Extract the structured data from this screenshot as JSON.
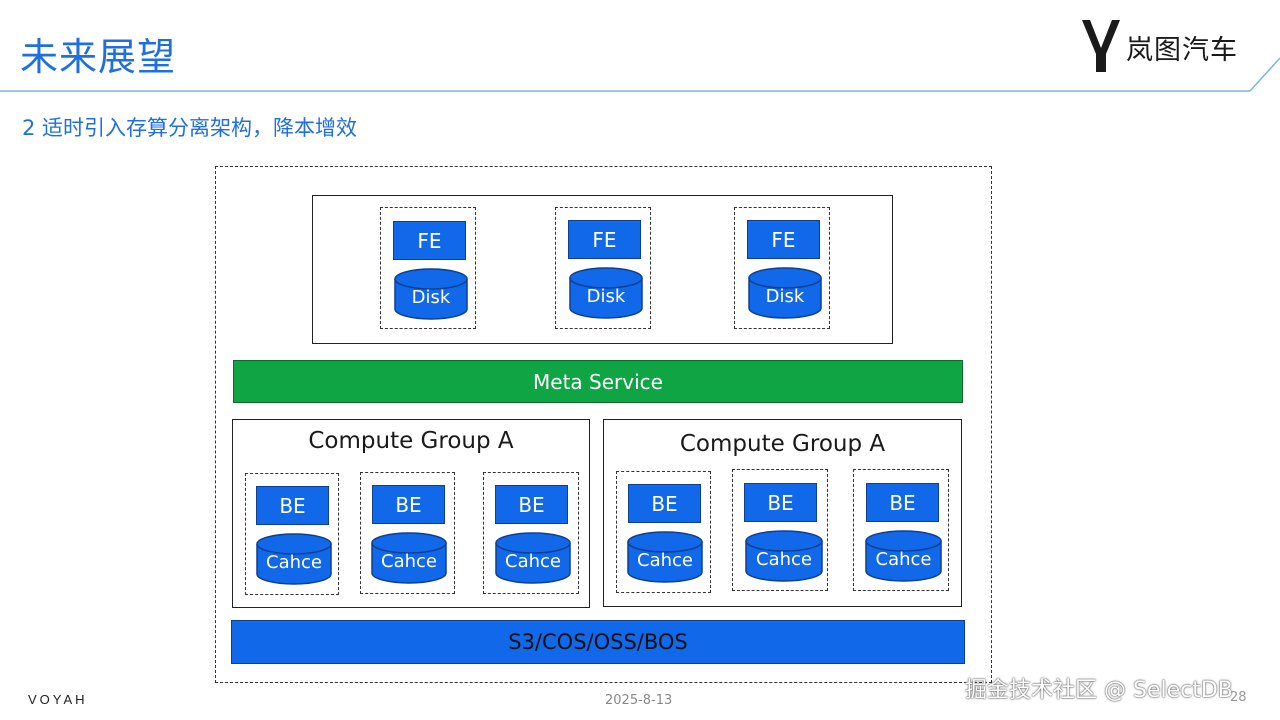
{
  "slide": {
    "title": "未来展望",
    "subtitle": "2 适时引入存算分离架构，降本增效",
    "logo_text": "岚图汽车",
    "footer_brand": "VOYAH",
    "date": "2025-8-13",
    "page_number": "28",
    "watermark": "掘金技术社区 @ SelectDB"
  },
  "diagram": {
    "fe_nodes": [
      {
        "top": "FE",
        "bottom": "Disk"
      },
      {
        "top": "FE",
        "bottom": "Disk"
      },
      {
        "top": "FE",
        "bottom": "Disk"
      }
    ],
    "meta_service": "Meta Service",
    "compute_groups": [
      {
        "title": "Compute Group A",
        "nodes": [
          {
            "top": "BE",
            "bottom": "Cahce"
          },
          {
            "top": "BE",
            "bottom": "Cahce"
          },
          {
            "top": "BE",
            "bottom": "Cahce"
          }
        ]
      },
      {
        "title": "Compute Group A",
        "nodes": [
          {
            "top": "BE",
            "bottom": "Cahce"
          },
          {
            "top": "BE",
            "bottom": "Cahce"
          },
          {
            "top": "BE",
            "bottom": "Cahce"
          }
        ]
      }
    ],
    "storage": "S3/COS/OSS/BOS"
  },
  "colors": {
    "accent_blue": "#1f6fe0",
    "node_blue": "#1168e8",
    "meta_green": "#0fa545"
  }
}
